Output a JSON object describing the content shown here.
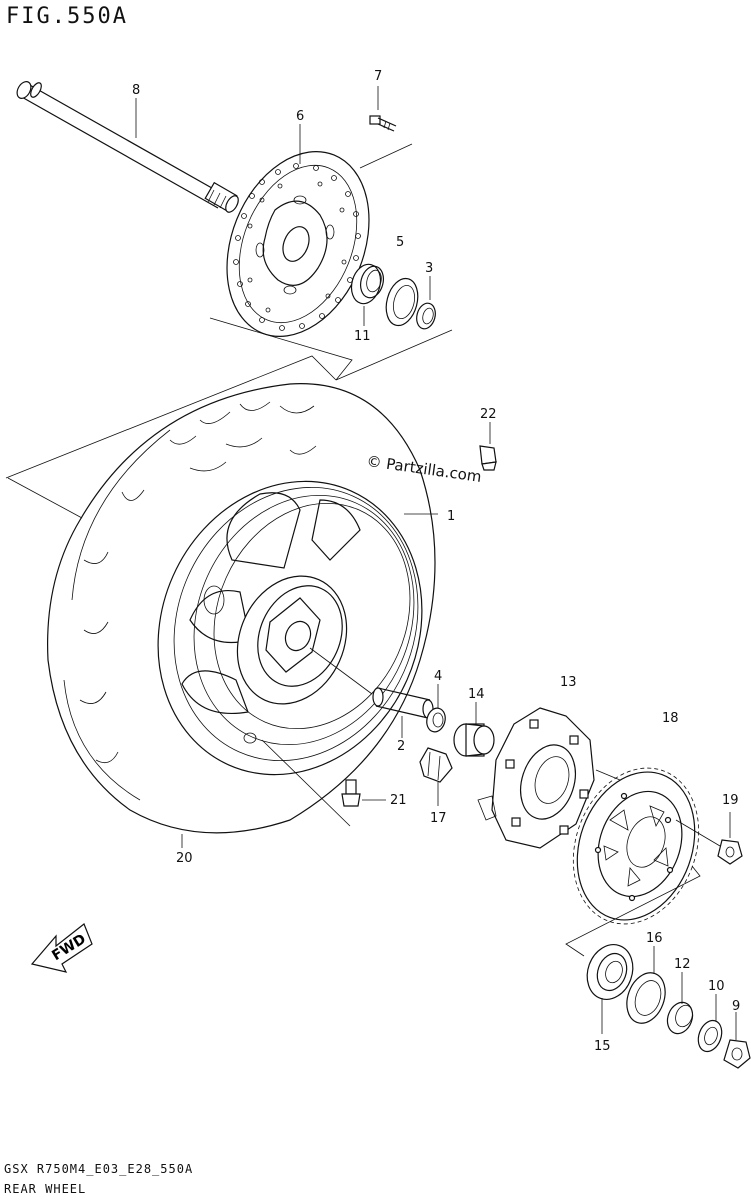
{
  "figure": {
    "title": "FIG.550A",
    "watermark": "© Partzilla.com",
    "footer_code": "GSX R750M4_E03_E28_550A",
    "footer_name": "REAR WHEEL",
    "fwd_label": "FWD"
  },
  "callouts": [
    {
      "id": "1",
      "label": "1"
    },
    {
      "id": "2",
      "label": "2"
    },
    {
      "id": "3",
      "label": "3"
    },
    {
      "id": "4",
      "label": "4"
    },
    {
      "id": "5",
      "label": "5"
    },
    {
      "id": "6",
      "label": "6"
    },
    {
      "id": "7",
      "label": "7"
    },
    {
      "id": "8",
      "label": "8"
    },
    {
      "id": "9",
      "label": "9"
    },
    {
      "id": "10",
      "label": "10"
    },
    {
      "id": "11",
      "label": "11"
    },
    {
      "id": "12",
      "label": "12"
    },
    {
      "id": "13",
      "label": "13"
    },
    {
      "id": "14",
      "label": "14"
    },
    {
      "id": "15",
      "label": "15"
    },
    {
      "id": "16",
      "label": "16"
    },
    {
      "id": "17",
      "label": "17"
    },
    {
      "id": "18",
      "label": "18"
    },
    {
      "id": "19",
      "label": "19"
    },
    {
      "id": "20",
      "label": "20"
    },
    {
      "id": "21",
      "label": "21"
    },
    {
      "id": "22",
      "label": "22"
    }
  ]
}
